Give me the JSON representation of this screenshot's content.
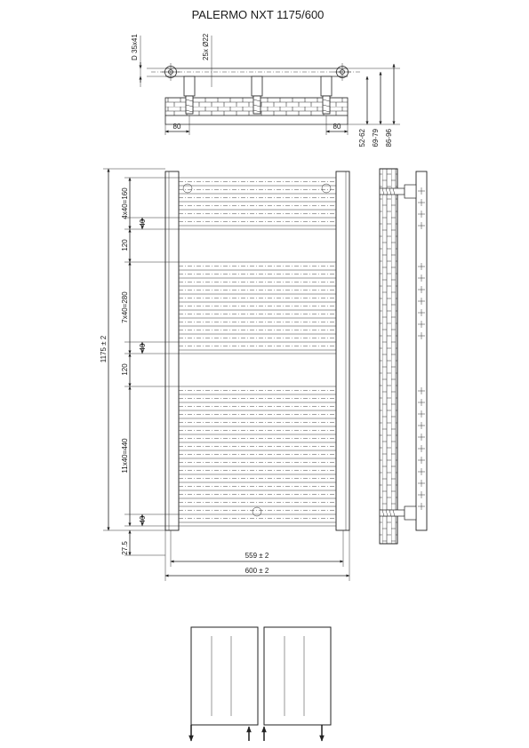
{
  "title": "PALERMO NXT 1175/600",
  "top_view": {
    "dim_d": "D 35x41",
    "dim_pipe": "25x Ø22",
    "dim_left": "80",
    "dim_right": "80",
    "dim_v1": "52-62",
    "dim_v2": "69-79",
    "dim_v3": "86-96"
  },
  "front_view": {
    "height_total": "1175 ± 2",
    "seg_top": "4x40=160",
    "gap_top_40": "40",
    "gap_120_a": "120",
    "seg_mid": "7x40=280",
    "gap_mid_40": "40",
    "gap_120_b": "120",
    "seg_bottom": "11x40=440",
    "gap_bot_40": "40",
    "bottom_offset": "27.5",
    "width_inner": "559 ± 2",
    "width_outer": "600 ± 2"
  }
}
